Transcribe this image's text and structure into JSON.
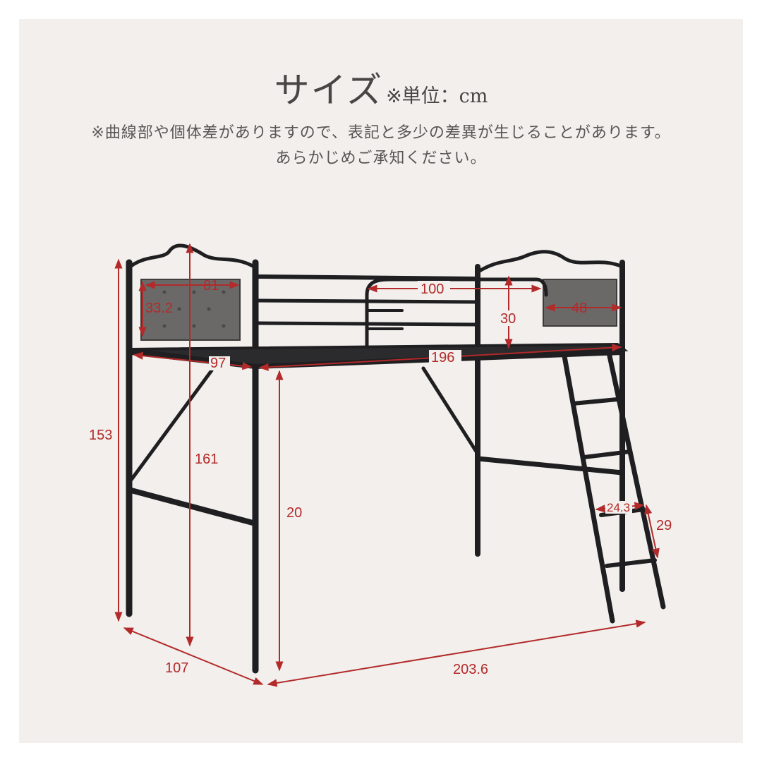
{
  "title": "サイズ",
  "unit_note": "※単位：cm",
  "note_line1": "※曲線部や個体差がありますので、表記と多少の差異が生じることがあります。",
  "note_line2": "あらかじめご承知ください。",
  "dimensions": {
    "headboard_width": "81",
    "headboard_height": "33.2",
    "guard_length": "100",
    "guard_height": "30",
    "footboard_width": "48",
    "bed_width": "97",
    "bed_length": "196",
    "height_153": "153",
    "height_161": "161",
    "under_clearance": "20",
    "ladder_step_width": "24.3",
    "ladder_step_gap": "29",
    "depth_107": "107",
    "total_length": "203.6"
  },
  "colors": {
    "frame": "#1f1f22",
    "panel": "#6b6868",
    "dimension": "#b22a2a",
    "background": "#f2efec"
  }
}
